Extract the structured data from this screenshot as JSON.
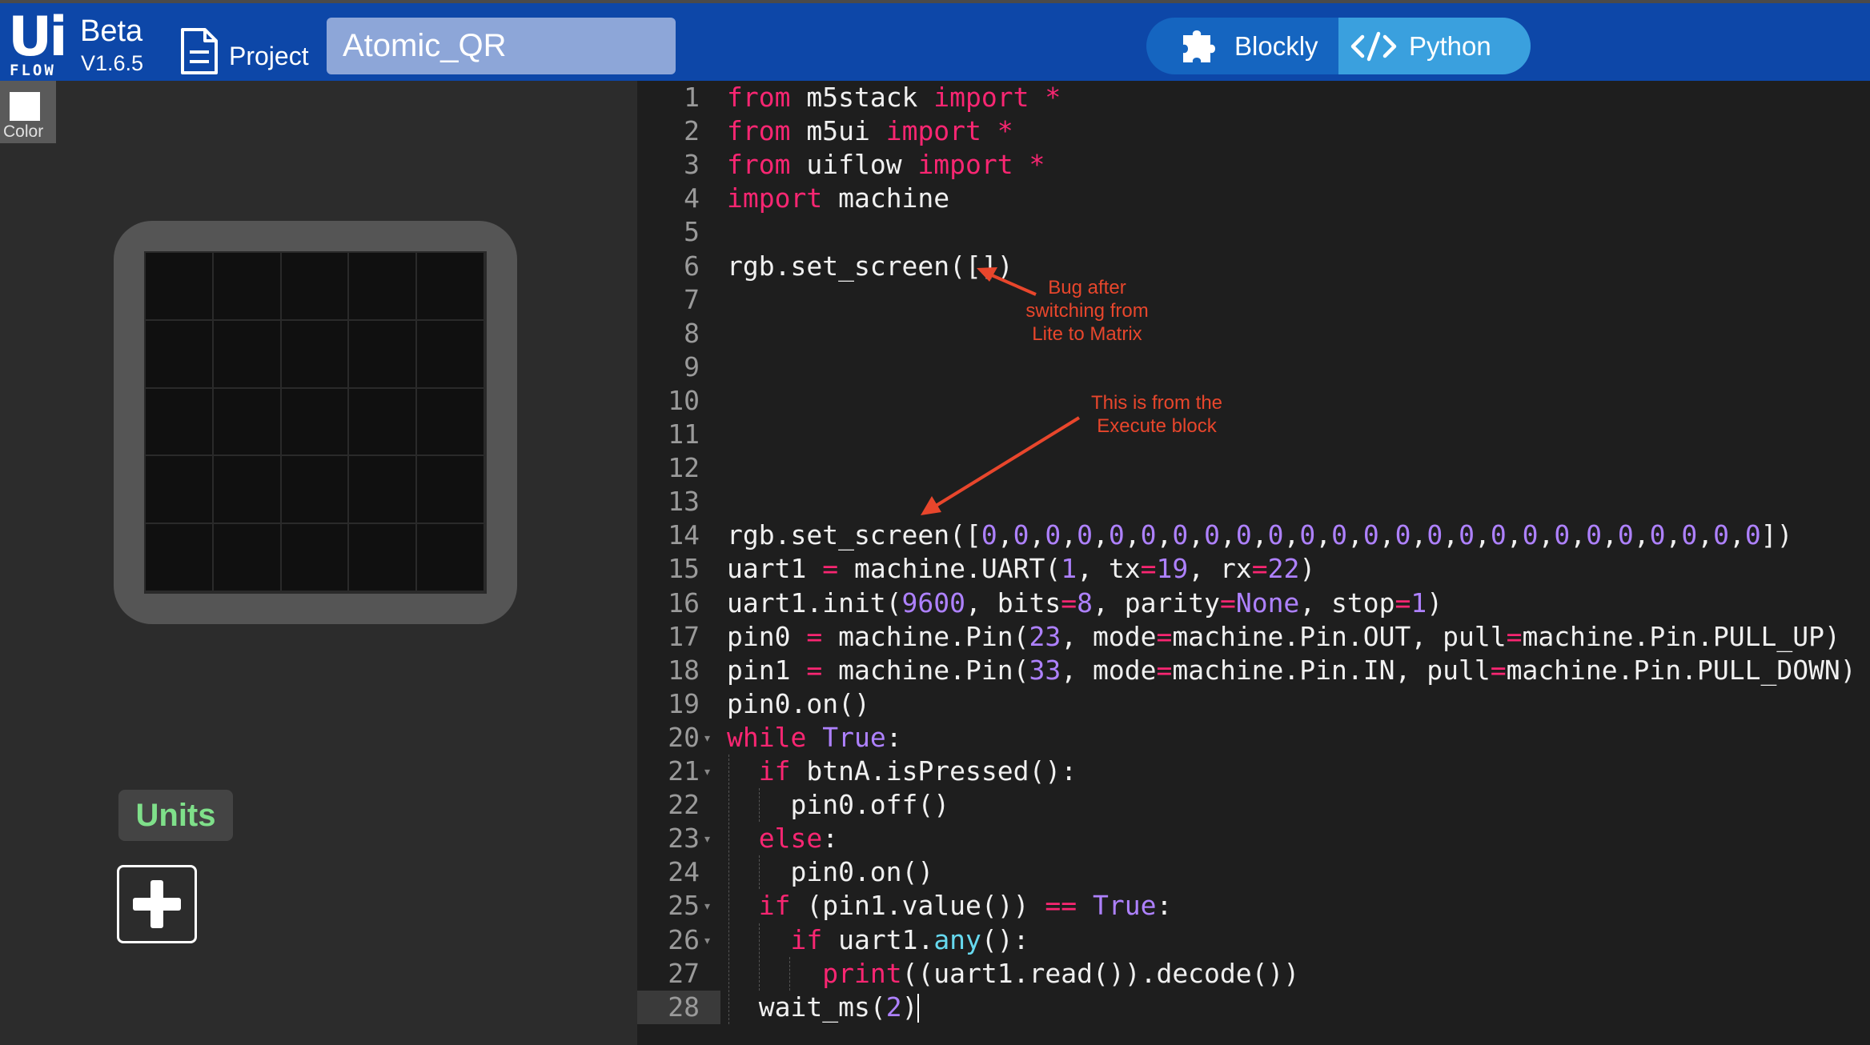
{
  "header": {
    "logo_top": "Ui",
    "logo_bottom": "FLOW",
    "beta_label": "Beta",
    "version": "V1.6.5",
    "project_label": "Project",
    "project_name": "Atomic_QR",
    "modes": {
      "blockly": "Blockly",
      "python": "Python",
      "active": "Python"
    },
    "colors": {
      "bar": "#0d47a8",
      "toggle": "#1565c0",
      "active_mode": "#3aa0de"
    }
  },
  "sidebar": {
    "color_label": "Color",
    "units_label": "Units",
    "matrix": {
      "rows": 5,
      "cols": 5
    }
  },
  "editor": {
    "active_line": 28,
    "lines": [
      {
        "n": "1",
        "tokens": [
          [
            "kw",
            "from"
          ],
          [
            "t",
            " m5stack "
          ],
          [
            "kw",
            "import"
          ],
          [
            "t",
            " "
          ],
          [
            "kw",
            "*"
          ]
        ]
      },
      {
        "n": "2",
        "tokens": [
          [
            "kw",
            "from"
          ],
          [
            "t",
            " m5ui "
          ],
          [
            "kw",
            "import"
          ],
          [
            "t",
            " "
          ],
          [
            "kw",
            "*"
          ]
        ]
      },
      {
        "n": "3",
        "tokens": [
          [
            "kw",
            "from"
          ],
          [
            "t",
            " uiflow "
          ],
          [
            "kw",
            "import"
          ],
          [
            "t",
            " "
          ],
          [
            "kw",
            "*"
          ]
        ]
      },
      {
        "n": "4",
        "tokens": [
          [
            "kw",
            "import"
          ],
          [
            "t",
            " machine"
          ]
        ]
      },
      {
        "n": "5",
        "tokens": []
      },
      {
        "n": "6",
        "tokens": [
          [
            "t",
            "rgb.set_screen([])"
          ]
        ]
      },
      {
        "n": "7",
        "tokens": []
      },
      {
        "n": "8",
        "tokens": []
      },
      {
        "n": "9",
        "tokens": []
      },
      {
        "n": "10",
        "tokens": []
      },
      {
        "n": "11",
        "tokens": []
      },
      {
        "n": "12",
        "tokens": []
      },
      {
        "n": "13",
        "tokens": []
      },
      {
        "n": "14",
        "tokens": [
          [
            "t",
            "rgb.set_screen(["
          ],
          [
            "num",
            "0"
          ],
          [
            "t",
            ","
          ],
          [
            "num",
            "0"
          ],
          [
            "t",
            ","
          ],
          [
            "num",
            "0"
          ],
          [
            "t",
            ","
          ],
          [
            "num",
            "0"
          ],
          [
            "t",
            ","
          ],
          [
            "num",
            "0"
          ],
          [
            "t",
            ","
          ],
          [
            "num",
            "0"
          ],
          [
            "t",
            ","
          ],
          [
            "num",
            "0"
          ],
          [
            "t",
            ","
          ],
          [
            "num",
            "0"
          ],
          [
            "t",
            ","
          ],
          [
            "num",
            "0"
          ],
          [
            "t",
            ","
          ],
          [
            "num",
            "0"
          ],
          [
            "t",
            ","
          ],
          [
            "num",
            "0"
          ],
          [
            "t",
            ","
          ],
          [
            "num",
            "0"
          ],
          [
            "t",
            ","
          ],
          [
            "num",
            "0"
          ],
          [
            "t",
            ","
          ],
          [
            "num",
            "0"
          ],
          [
            "t",
            ","
          ],
          [
            "num",
            "0"
          ],
          [
            "t",
            ","
          ],
          [
            "num",
            "0"
          ],
          [
            "t",
            ","
          ],
          [
            "num",
            "0"
          ],
          [
            "t",
            ","
          ],
          [
            "num",
            "0"
          ],
          [
            "t",
            ","
          ],
          [
            "num",
            "0"
          ],
          [
            "t",
            ","
          ],
          [
            "num",
            "0"
          ],
          [
            "t",
            ","
          ],
          [
            "num",
            "0"
          ],
          [
            "t",
            ","
          ],
          [
            "num",
            "0"
          ],
          [
            "t",
            ","
          ],
          [
            "num",
            "0"
          ],
          [
            "t",
            ","
          ],
          [
            "num",
            "0"
          ],
          [
            "t",
            ","
          ],
          [
            "num",
            "0"
          ],
          [
            "t",
            "])"
          ]
        ]
      },
      {
        "n": "15",
        "tokens": [
          [
            "t",
            "uart1 "
          ],
          [
            "kw",
            "="
          ],
          [
            "t",
            " machine.UART("
          ],
          [
            "num",
            "1"
          ],
          [
            "t",
            ", tx"
          ],
          [
            "kw",
            "="
          ],
          [
            "num",
            "19"
          ],
          [
            "t",
            ", rx"
          ],
          [
            "kw",
            "="
          ],
          [
            "num",
            "22"
          ],
          [
            "t",
            ")"
          ]
        ]
      },
      {
        "n": "16",
        "tokens": [
          [
            "t",
            "uart1.init("
          ],
          [
            "num",
            "9600"
          ],
          [
            "t",
            ", bits"
          ],
          [
            "kw",
            "="
          ],
          [
            "num",
            "8"
          ],
          [
            "t",
            ", parity"
          ],
          [
            "kw",
            "="
          ],
          [
            "num",
            "None"
          ],
          [
            "t",
            ", stop"
          ],
          [
            "kw",
            "="
          ],
          [
            "num",
            "1"
          ],
          [
            "t",
            ")"
          ]
        ]
      },
      {
        "n": "17",
        "tokens": [
          [
            "t",
            "pin0 "
          ],
          [
            "kw",
            "="
          ],
          [
            "t",
            " machine.Pin("
          ],
          [
            "num",
            "23"
          ],
          [
            "t",
            ", mode"
          ],
          [
            "kw",
            "="
          ],
          [
            "t",
            "machine.Pin.OUT, pull"
          ],
          [
            "kw",
            "="
          ],
          [
            "t",
            "machine.Pin.PULL_UP)"
          ]
        ]
      },
      {
        "n": "18",
        "tokens": [
          [
            "t",
            "pin1 "
          ],
          [
            "kw",
            "="
          ],
          [
            "t",
            " machine.Pin("
          ],
          [
            "num",
            "33"
          ],
          [
            "t",
            ", mode"
          ],
          [
            "kw",
            "="
          ],
          [
            "t",
            "machine.Pin.IN, pull"
          ],
          [
            "kw",
            "="
          ],
          [
            "t",
            "machine.Pin.PULL_DOWN)"
          ]
        ]
      },
      {
        "n": "19",
        "tokens": [
          [
            "t",
            "pin0.on()"
          ]
        ]
      },
      {
        "n": "20",
        "fold": true,
        "tokens": [
          [
            "kw",
            "while"
          ],
          [
            "t",
            " "
          ],
          [
            "num",
            "True"
          ],
          [
            "t",
            ":"
          ]
        ]
      },
      {
        "n": "21",
        "fold": true,
        "tokens": [
          [
            "t",
            "  "
          ],
          [
            "kw",
            "if"
          ],
          [
            "t",
            " btnA.isPressed():"
          ]
        ]
      },
      {
        "n": "22",
        "tokens": [
          [
            "t",
            "    pin0.off()"
          ]
        ]
      },
      {
        "n": "23",
        "fold": true,
        "tokens": [
          [
            "t",
            "  "
          ],
          [
            "kw",
            "else"
          ],
          [
            "t",
            ":"
          ]
        ]
      },
      {
        "n": "24",
        "tokens": [
          [
            "t",
            "    pin0.on()"
          ]
        ]
      },
      {
        "n": "25",
        "fold": true,
        "tokens": [
          [
            "t",
            "  "
          ],
          [
            "kw",
            "if"
          ],
          [
            "t",
            " (pin1.value()) "
          ],
          [
            "kw",
            "=="
          ],
          [
            "t",
            " "
          ],
          [
            "num",
            "True"
          ],
          [
            "t",
            ":"
          ]
        ]
      },
      {
        "n": "26",
        "fold": true,
        "tokens": [
          [
            "t",
            "    "
          ],
          [
            "kw",
            "if"
          ],
          [
            "t",
            " uart1."
          ],
          [
            "fn",
            "any"
          ],
          [
            "t",
            "():"
          ]
        ]
      },
      {
        "n": "27",
        "tokens": [
          [
            "t",
            "      "
          ],
          [
            "kw",
            "print"
          ],
          [
            "t",
            "((uart1.read()).decode())"
          ]
        ]
      },
      {
        "n": "28",
        "tokens": [
          [
            "t",
            "  wait_ms("
          ],
          [
            "num",
            "2"
          ],
          [
            "t",
            ")"
          ]
        ]
      }
    ],
    "colors": {
      "keyword": "#f92672",
      "number": "#ae81ff",
      "function": "#66d9ef",
      "text": "#f0f0f0"
    }
  },
  "annotations": [
    {
      "text": "Bug after\nswitching from\nLite to Matrix",
      "color": "#e8462c"
    },
    {
      "text": "This is from the\nExecute block",
      "color": "#e8462c"
    }
  ]
}
